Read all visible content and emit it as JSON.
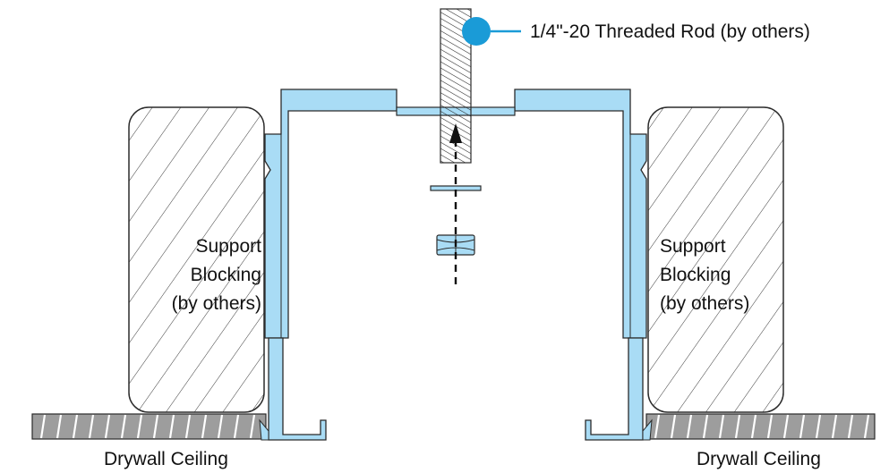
{
  "colors": {
    "channel_fill": "#a9dcf5",
    "channel_stroke": "#2b2b2b",
    "callout_dot": "#1a9bd7",
    "drywall_fill": "#9d9d9d",
    "hatch": "#3a3a3a",
    "background": "#ffffff"
  },
  "labels": {
    "rod_callout": "1/4\"-20 Threaded Rod (by others)",
    "blocking_left": [
      "Support",
      "Blocking",
      "(by others)"
    ],
    "blocking_right": [
      "Support",
      "Blocking",
      "(by others)"
    ],
    "ceiling_left": "Drywall Ceiling",
    "ceiling_right": "Drywall Ceiling"
  },
  "icons": {
    "callout_marker": "callout-dot-icon",
    "install_arrow": "dashed-arrow-up-icon"
  }
}
